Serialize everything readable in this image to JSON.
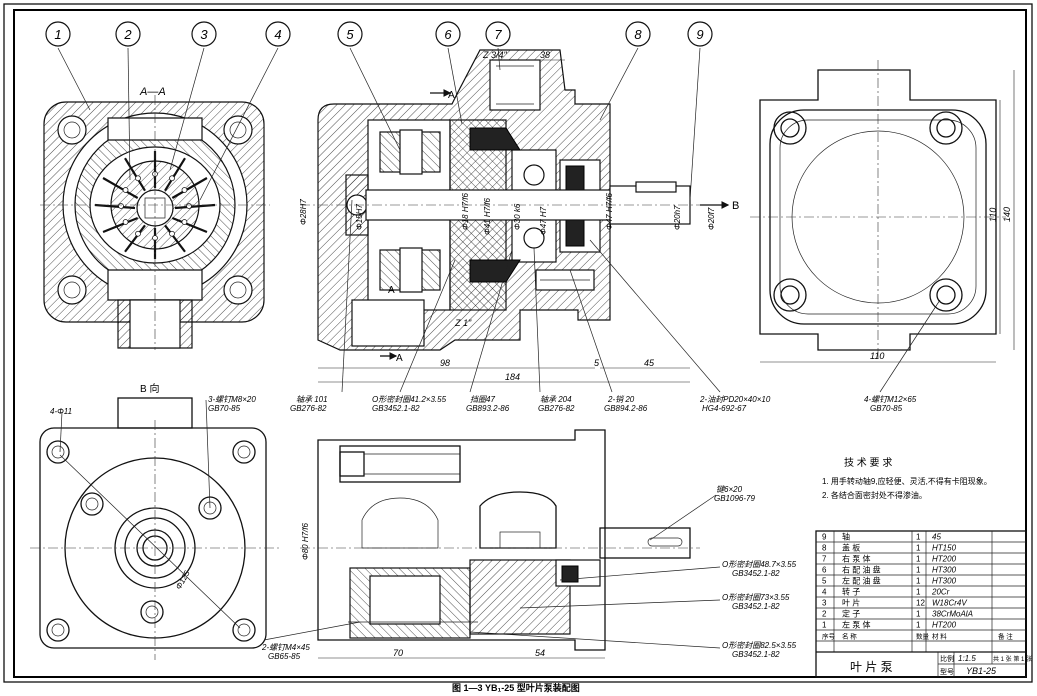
{
  "balloons": [
    "1",
    "2",
    "3",
    "4",
    "5",
    "6",
    "7",
    "8",
    "9"
  ],
  "section_label": "A—A",
  "view_label": "B 向",
  "arrow_b": "B",
  "arrow_a_top": "A",
  "arrow_a_mid": "A",
  "arrow_a_bot": "A",
  "dims": {
    "d38": "38",
    "d98": "98",
    "d184": "184",
    "d5": "5",
    "d45": "45",
    "d110v": "110",
    "d140v": "140",
    "d110h": "110",
    "d70": "70",
    "d54": "54",
    "pipe_top": "Z 3/4\"",
    "pipe_bot": "Z 1\"",
    "phi28": "Φ28H7",
    "phi15": "Φ15H7",
    "phi18": "Φ18 H7/f6",
    "phi41": "Φ41 H7/f6",
    "phi30": "Φ30 k6",
    "phi47": "Φ47 H7",
    "phi47b": "Φ47 H7/f6",
    "phi20": "Φ20h7",
    "phi20b": "Φ20f7",
    "phi80": "Φ80 H7/f6",
    "phi125": "Φ125"
  },
  "callouts": {
    "c1": [
      "轴承 101",
      "GB276-82"
    ],
    "c2": [
      "O形密封圈41.2×3.55",
      "GB3452.1-82"
    ],
    "c3": [
      "挡圈47",
      "GB893.2-86"
    ],
    "c4": [
      "轴承 204",
      "GB276-82"
    ],
    "c5": [
      "2-销 20",
      "GB894.2-86"
    ],
    "c6": [
      "2-油封PD20×40×10",
      "HG4-692-67"
    ],
    "c7": [
      "4-螺钉M12×65",
      "GB70-85"
    ],
    "c8": [
      "3-螺钉M8×20",
      "GB70-85"
    ],
    "c9": [
      "4-Φ11"
    ],
    "c10": [
      "2-螺钉M4×45",
      "GB65-85"
    ],
    "c11": [
      "键6×20",
      "GB1096-79"
    ],
    "c12": [
      "O形密封圈48.7×3.55",
      "GB3452.1-82"
    ],
    "c13": [
      "O形密封圈73×3.55",
      "GB3452.1-82"
    ],
    "c14": [
      "O形密封圈82.5×3.55",
      "GB3452.1-82"
    ]
  },
  "tech": {
    "title": "技 术 要 求",
    "items": [
      "1. 用手转动轴9,应轻便、灵活,不得有卡阻现象。",
      "2. 各结合面密封处不得渗油。"
    ]
  },
  "bom": {
    "rows": [
      {
        "no": "9",
        "name": "轴",
        "qty": "1",
        "mat": "45"
      },
      {
        "no": "8",
        "name": "盖 板",
        "qty": "1",
        "mat": "HT150"
      },
      {
        "no": "7",
        "name": "右 泵 体",
        "qty": "1",
        "mat": "HT200"
      },
      {
        "no": "6",
        "name": "右 配 油 盘",
        "qty": "1",
        "mat": "HT300"
      },
      {
        "no": "5",
        "name": "左 配 油 盘",
        "qty": "1",
        "mat": "HT300"
      },
      {
        "no": "4",
        "name": "转 子",
        "qty": "1",
        "mat": "20Cr"
      },
      {
        "no": "3",
        "name": "叶 片",
        "qty": "12",
        "mat": "W18Cr4V"
      },
      {
        "no": "2",
        "name": "定 子",
        "qty": "1",
        "mat": "38CrMoAlA"
      },
      {
        "no": "1",
        "name": "左 泵 体",
        "qty": "1",
        "mat": "HT200"
      }
    ],
    "header": {
      "no": "序号",
      "name": "名 称",
      "qty": "数量",
      "mat": "材 料",
      "note": "备 注"
    },
    "title": "叶 片 泵",
    "scale_label": "比例",
    "scale": "1:1.5",
    "sheet": "共 1 张 第 1 张",
    "model_label": "型号",
    "model": "YB1-25"
  },
  "caption": "图 1—3  YB₁-25 型叶片泵装配图"
}
